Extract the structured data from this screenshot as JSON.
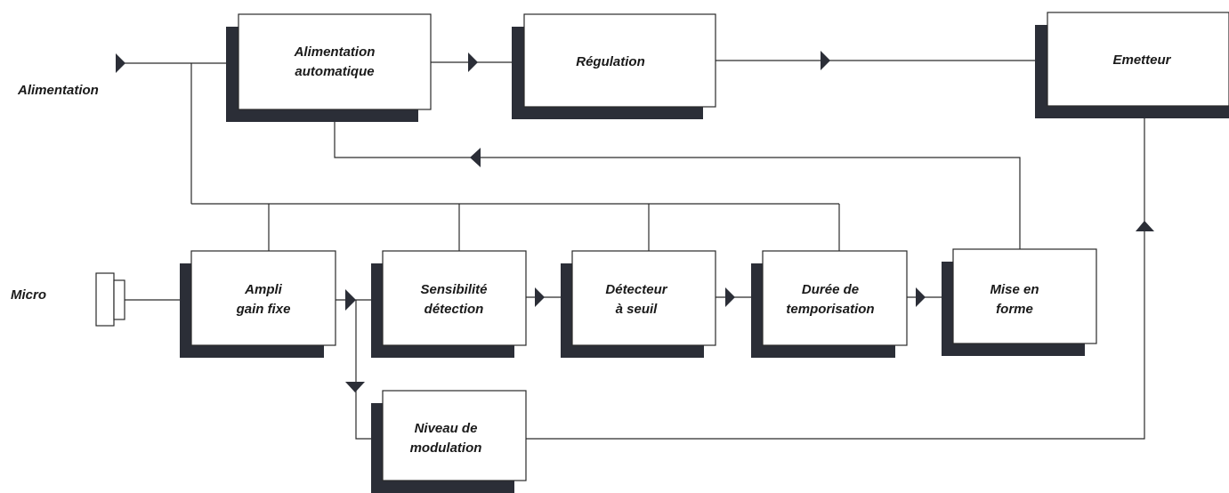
{
  "side_labels": {
    "alimentation": "Alimentation",
    "micro": "Micro"
  },
  "blocks": {
    "alim_auto": [
      "Alimentation",
      "automatique"
    ],
    "regulation": [
      "Régulation"
    ],
    "emetteur": [
      "Emetteur"
    ],
    "ampli": [
      "Ampli",
      "gain fixe"
    ],
    "sensibilite": [
      "Sensibilité",
      "détection"
    ],
    "detecteur": [
      "Détecteur",
      "à seuil"
    ],
    "duree": [
      "Durée de",
      "temporisation"
    ],
    "mise_en_forme": [
      "Mise en",
      "forme"
    ],
    "niveau": [
      "Niveau de",
      "modulation"
    ]
  },
  "colors": {
    "line": "#2a2a2a",
    "shadow": "#2b2e37",
    "text": "#1a1a1a"
  }
}
